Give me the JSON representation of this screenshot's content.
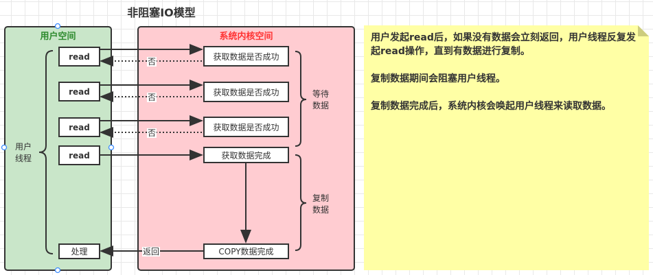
{
  "title": "非阻塞IO模型",
  "user_space": {
    "label": "用户空间",
    "thread_label": "用户线程",
    "reads": [
      "read",
      "read",
      "read",
      "read"
    ],
    "process": "处理"
  },
  "kernel_space": {
    "label": "系统内核空间",
    "checks": [
      "获取数据是否成功",
      "获取数据是否成功",
      "获取数据是否成功"
    ],
    "done": "获取数据完成",
    "copy_done": "COPY数据完成",
    "wait_label": "等待数据",
    "copy_label": "复制数据"
  },
  "arrows": {
    "no": "否",
    "return": "返回"
  },
  "note": {
    "paragraphs": [
      "用户发起read后，如果没有数据会立刻返回，用户线程反复发起read操作，直到有数据进行复制。",
      "复制数据期间会阻塞用户线程。",
      "复制数据完成后，系统内核会唤起用户线程来读取数据。"
    ]
  },
  "colors": {
    "user_space": "#c9e6c9",
    "kernel_space": "#ffccd1",
    "note": "#ffffa5",
    "user_label": "#2e8b2e",
    "kernel_label": "#ff3333"
  }
}
